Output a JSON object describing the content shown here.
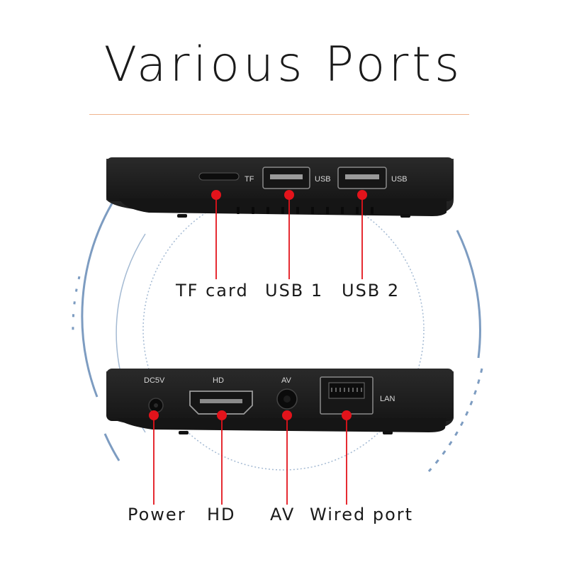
{
  "title": "Various Ports",
  "top_panel": {
    "port_labels": {
      "tf": "TF",
      "usb1": "USB",
      "usb2": "USB"
    },
    "callouts": {
      "tf": "TF card",
      "usb1": "USB 1",
      "usb2": "USB 2"
    }
  },
  "bottom_panel": {
    "port_labels": {
      "dc": "DC5V",
      "hd": "HD",
      "av": "AV",
      "lan": "LAN"
    },
    "callouts": {
      "power": "Power",
      "hd": "HD",
      "av": "AV",
      "lan": "Wired port"
    }
  },
  "colors": {
    "pointer": "#e3131b",
    "accent_line": "#f0b48e",
    "arc": "#7d9cc1",
    "device": "#1f1f1f"
  }
}
